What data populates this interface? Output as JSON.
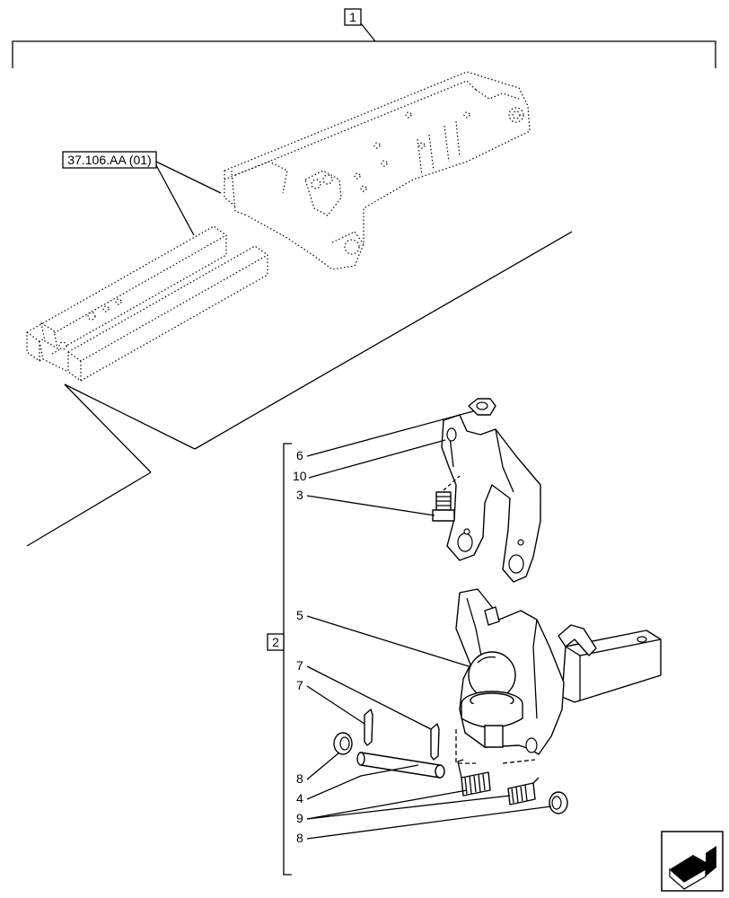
{
  "callouts": {
    "top": "1",
    "ref": "37.106.AA (01)",
    "group": "2"
  },
  "labels": {
    "l6": "6",
    "l10": "10",
    "l3": "3",
    "l5": "5",
    "l7a": "7",
    "l7b": "7",
    "l8a": "8",
    "l4": "4",
    "l9": "9",
    "l8b": "8"
  },
  "icons": {
    "nav": "arrow-navigation-icon"
  }
}
